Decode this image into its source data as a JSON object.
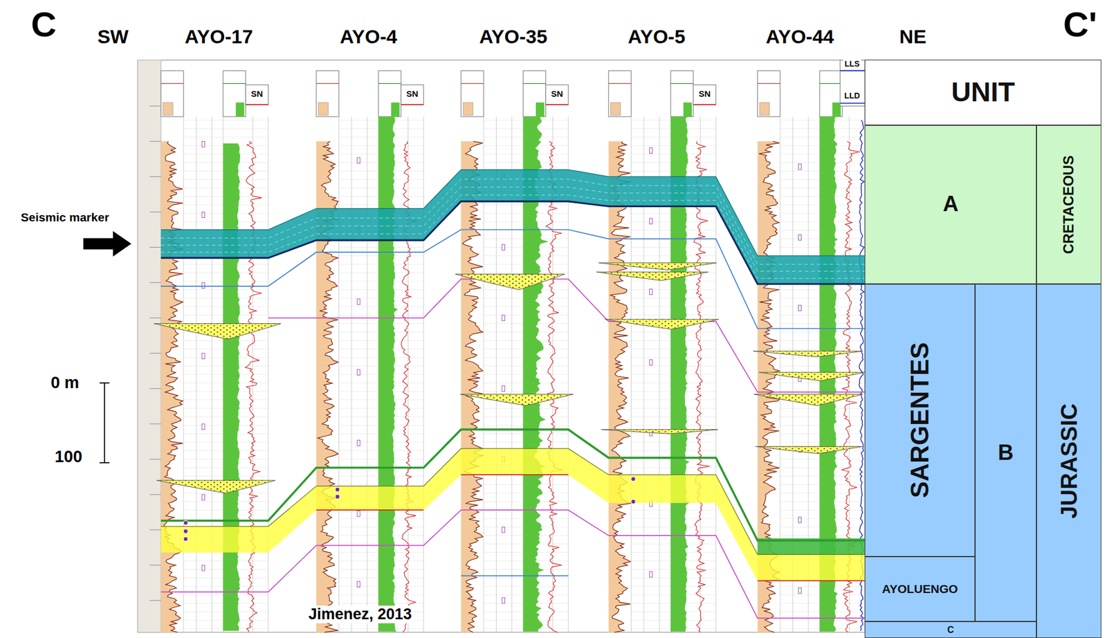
{
  "diagram": {
    "nodes": [
      {
        "text": [
          "UNIT"
        ]
      },
      {
        "text": [
          "A"
        ]
      },
      {
        "text": [
          "CRETACEOUS"
        ]
      },
      {
        "text": [
          "SARGENTES"
        ]
      },
      {
        "text": [
          "B"
        ]
      },
      {
        "text": [
          "JURASSIC"
        ]
      },
      {
        "text": [
          "AYOLUENGO"
        ]
      },
      {
        "text": [
          "C"
        ]
      }
    ],
    "labels": [
      "C",
      "SW",
      "AYO-17",
      "AYO-4",
      "AYO-35",
      "AYO-5",
      "AYO-44",
      "NE",
      "C'",
      "Seismic marker",
      "0 m",
      "100",
      "SN",
      "SN",
      "SN",
      "SN",
      "LLS",
      "LLD",
      "Jimenez, 2013"
    ]
  }
}
